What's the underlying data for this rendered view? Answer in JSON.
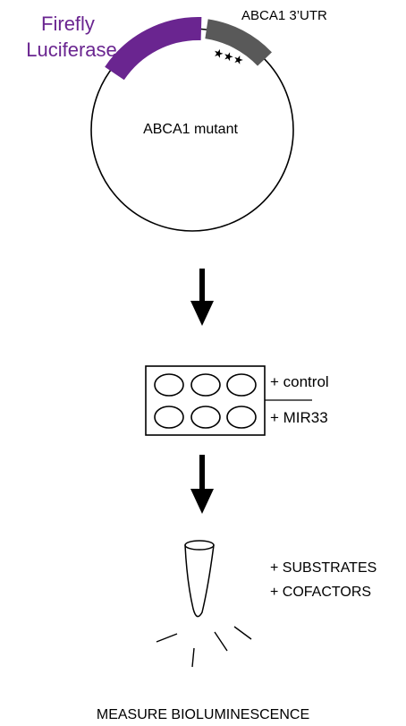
{
  "plasmid": {
    "luciferase_label_line1": "Firefly",
    "luciferase_label_line2": "Luciferase",
    "utr_label": "ABCA1 3’UTR",
    "name": "ABCA1 mutant",
    "mutation_marks": "★★★"
  },
  "plate": {
    "control_label": "+ control",
    "mir_label": "+ MIR33"
  },
  "tube": {
    "substrates_label": "+ SUBSTRATES",
    "cofactors_label": "+ COFACTORS"
  },
  "footer": {
    "caption": "MEASURE BIOLUMINESCENCE"
  },
  "colors": {
    "luciferase": "#6a2590",
    "utr": "#595959",
    "line": "#000000"
  }
}
